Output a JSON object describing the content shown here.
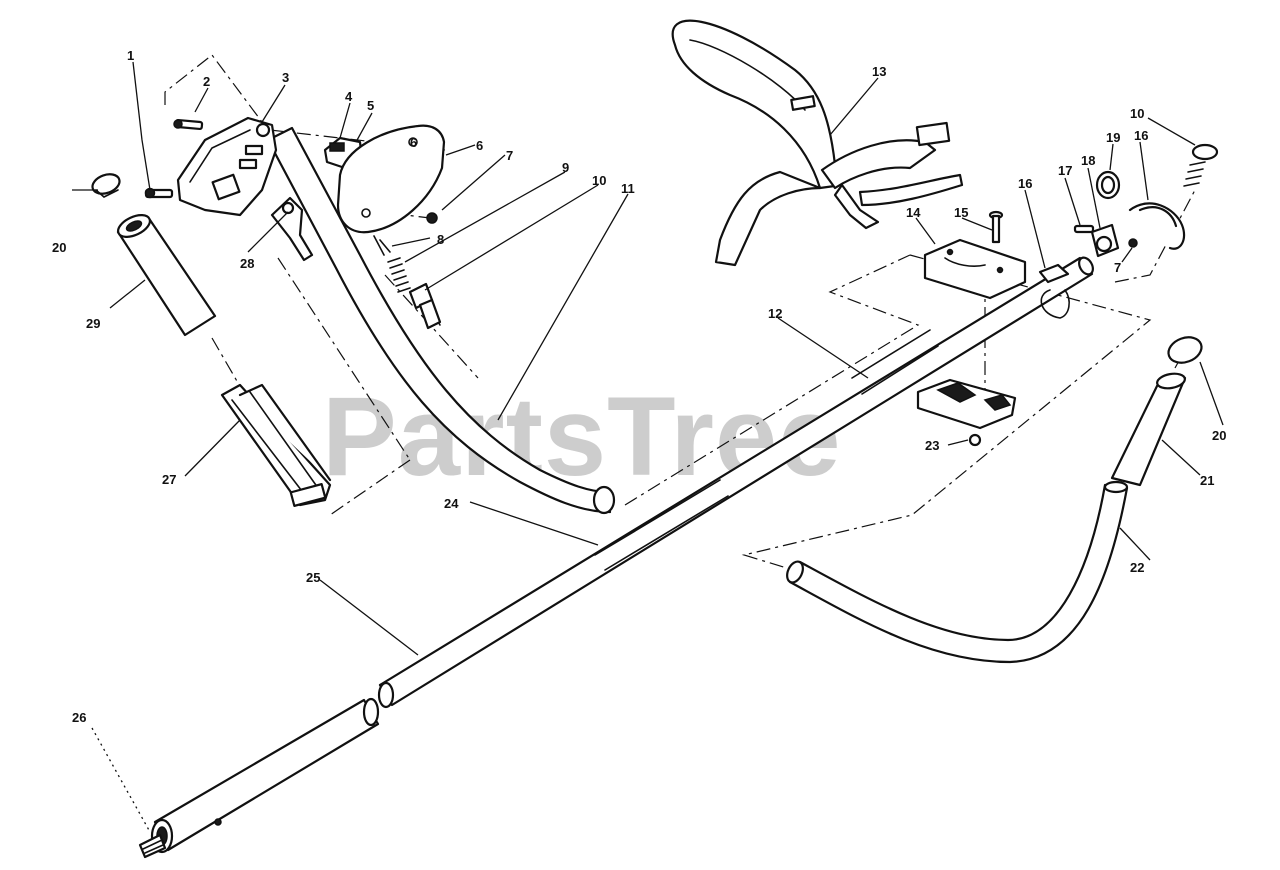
{
  "watermark": "PartsTree",
  "callouts": {
    "c1": "1",
    "c2": "2",
    "c3": "3",
    "c4": "4",
    "c5": "5",
    "c6": "6",
    "c6b": "6",
    "c7": "7",
    "c7b": "7",
    "c8": "8",
    "c9": "9",
    "c10": "10",
    "c10b": "10",
    "c11": "11",
    "c12": "12",
    "c13": "13",
    "c14": "14",
    "c15": "15",
    "c16": "16",
    "c16b": "16",
    "c17": "17",
    "c18": "18",
    "c19": "19",
    "c20": "20",
    "c20b": "20",
    "c21": "21",
    "c22": "22",
    "c23": "23",
    "c24": "24",
    "c25": "25",
    "c26": "26",
    "c27": "27",
    "c28": "28",
    "c29": "29"
  },
  "colors": {
    "line": "#111111",
    "watermark": "#bdbdbd",
    "background": "#ffffff"
  }
}
